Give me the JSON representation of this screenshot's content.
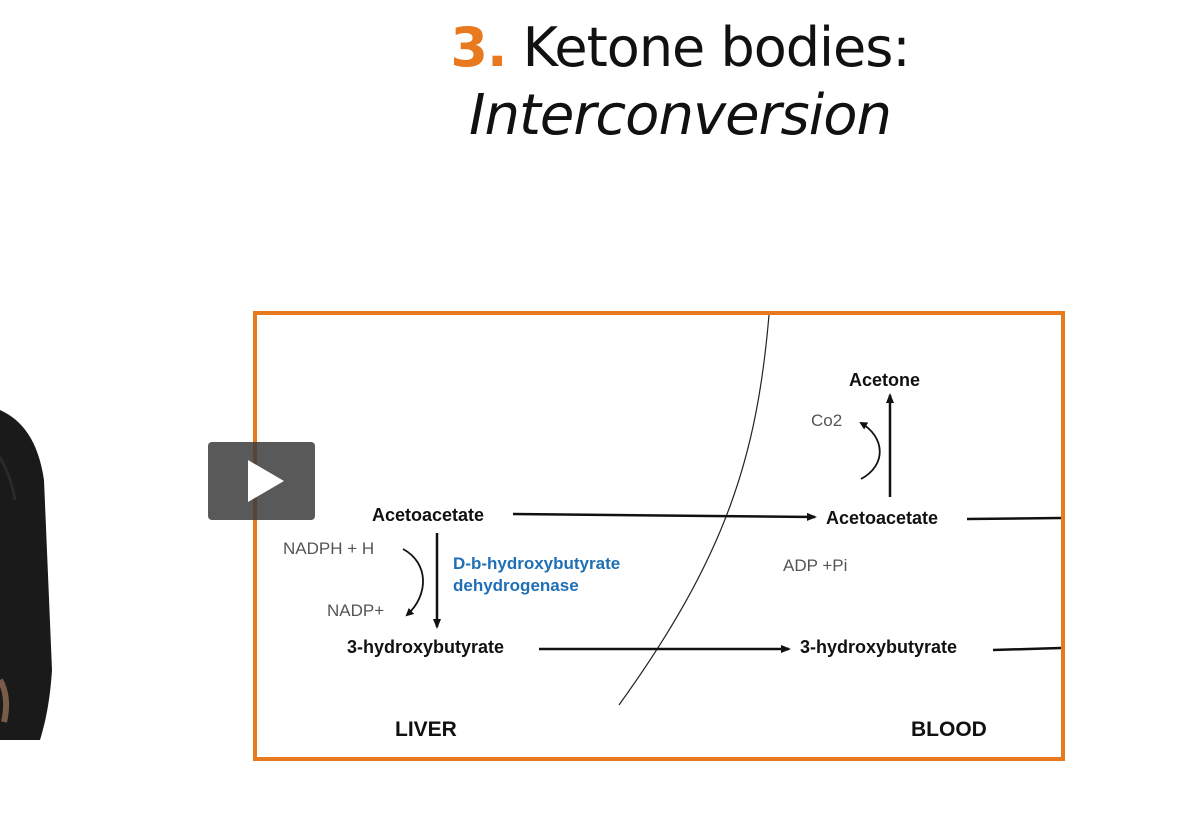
{
  "slide": {
    "title_number": "3.",
    "title_text": "Ketone bodies:",
    "subtitle": "Interconversion",
    "accent_color": "#e8791e"
  },
  "diagram": {
    "liver_acetoacetate": "Acetoacetate",
    "nadph": "NADPH + H",
    "enzyme_line1": "D-b-hydroxybutyrate",
    "enzyme_line2": "dehydrogenase",
    "nadp": "NADP+",
    "liver_hydroxybutyrate": "3-hydroxybutyrate",
    "liver_label": "LIVER",
    "acetone": "Acetone",
    "co2": "Co2",
    "blood_acetoacetate": "Acetoacetate",
    "adp": "ADP +Pi",
    "blood_hydroxybutyrate": "3-hydroxybutyrate",
    "blood_label": "BLOOD",
    "enzyme_color": "#1f6fb5",
    "border_color": "#e8791e"
  },
  "player": {
    "play_icon": "play-icon"
  }
}
